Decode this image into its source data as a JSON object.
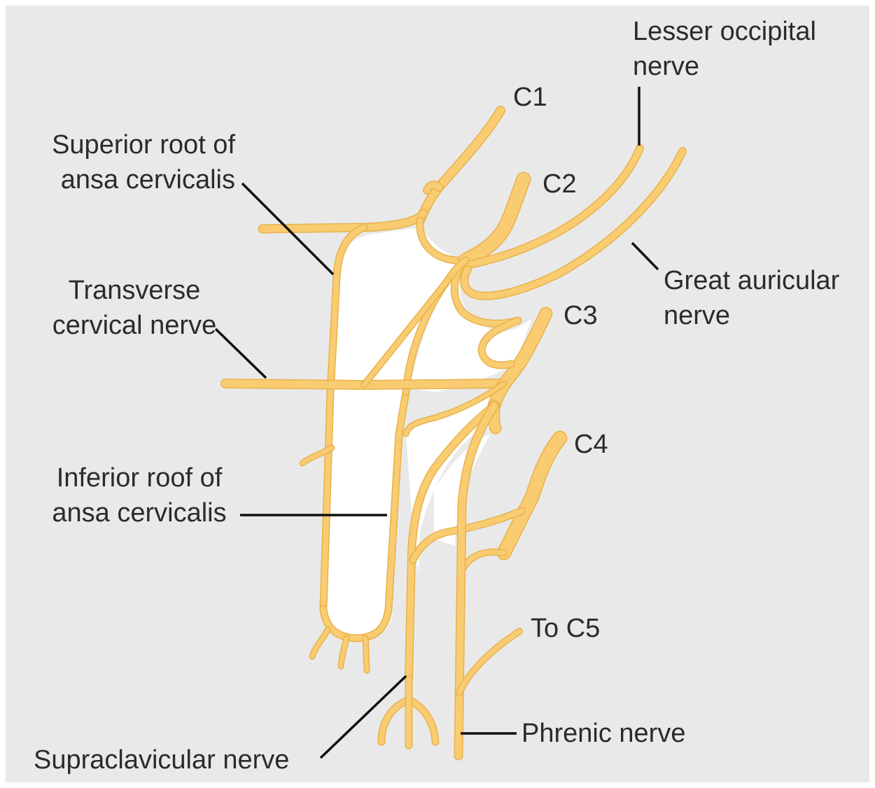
{
  "labels": {
    "lesser_occipital_line1": "Lesser occipital",
    "lesser_occipital_line2": "nerve",
    "c1": "C1",
    "c2": "C2",
    "c3": "C3",
    "c4": "C4",
    "superior_root_line1": "Superior root of",
    "superior_root_line2": "ansa cervicalis",
    "great_auricular_line1": "Great auricular",
    "great_auricular_line2": "nerve",
    "transverse_cervical_line1": "Transverse",
    "transverse_cervical_line2": "cervical nerve",
    "inferior_root_line1": "Inferior roof of",
    "inferior_root_line2": "ansa cervicalis",
    "to_c5": "To C5",
    "phrenic": "Phrenic nerve",
    "supraclavicular": "Supraclavicular nerve"
  },
  "colors": {
    "background": "#e9e9ea",
    "nerve": "#f9cc72",
    "nerve_outline": "#e8b24a",
    "leader_line": "#111111",
    "text": "#2b2b2b"
  }
}
